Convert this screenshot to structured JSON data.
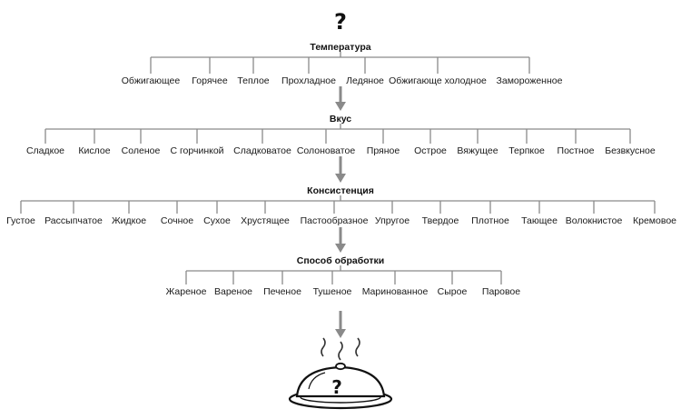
{
  "top_symbol": "?",
  "levels": [
    {
      "title": "Температура",
      "items": [
        "Обжигающее",
        "Горячее",
        "Теплое",
        "Прохладное",
        "Ледяное",
        "Обжигающе холодное",
        "Замороженное"
      ]
    },
    {
      "title": "Вкус",
      "items": [
        "Сладкое",
        "Кислое",
        "Соленое",
        "С горчинкой",
        "Сладковатое",
        "Солоноватое",
        "Пряное",
        "Острое",
        "Вяжущее",
        "Терпкое",
        "Постное",
        "Безвкусное"
      ]
    },
    {
      "title": "Консистенция",
      "items": [
        "Густое",
        "Рассыпчатое",
        "Жидкое",
        "Сочное",
        "Сухое",
        "Хрустящее",
        "Пастообразное",
        "Упругое",
        "Твердое",
        "Плотное",
        "Тающее",
        "Волокнистое",
        "Кремовое"
      ]
    },
    {
      "title": "Способ обработки",
      "items": [
        "Жареное",
        "Вареное",
        "Печеное",
        "Тушеное",
        "Маринованное",
        "Сырое",
        "Паровое"
      ]
    }
  ],
  "dish_symbol": "?",
  "icons": {
    "arrow": "arrow-down-icon",
    "dish": "covered-dish-icon"
  }
}
